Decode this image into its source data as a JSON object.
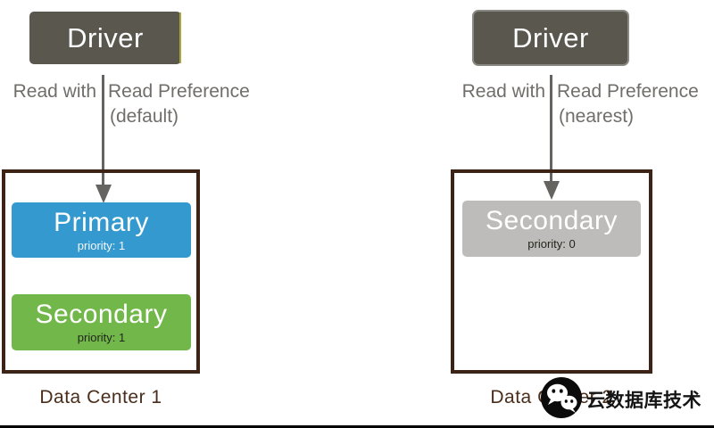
{
  "diagram": {
    "left": {
      "driver_label": "Driver",
      "read_line1": "Read with",
      "read_line2": "Read Preference",
      "read_mode": "(default)",
      "data_center_label": "Data Center 1",
      "primary": {
        "name": "Primary",
        "priority": "priority: 1"
      },
      "secondary": {
        "name": "Secondary",
        "priority": "priority: 1"
      }
    },
    "right": {
      "driver_label": "Driver",
      "read_line1": "Read with",
      "read_line2": "Read Preference",
      "read_mode": "(nearest)",
      "data_center_label": "Data Center 2",
      "secondary": {
        "name": "Secondary",
        "priority": "priority: 0"
      }
    }
  },
  "watermark": {
    "icon": "wechat-icon",
    "text": "云数据库技术"
  },
  "colors": {
    "driver_gray": "#5a574e",
    "primary_blue": "#3499cf",
    "secondary_green": "#72b74a",
    "secondary_gray": "#bdbcba",
    "datacenter_border_brown": "#3c2316",
    "datacenter_label_brown": "#4a2d1a",
    "annotation_gray": "#706e69",
    "arrow_gray": "#666461",
    "watermark_black": "#141414"
  }
}
